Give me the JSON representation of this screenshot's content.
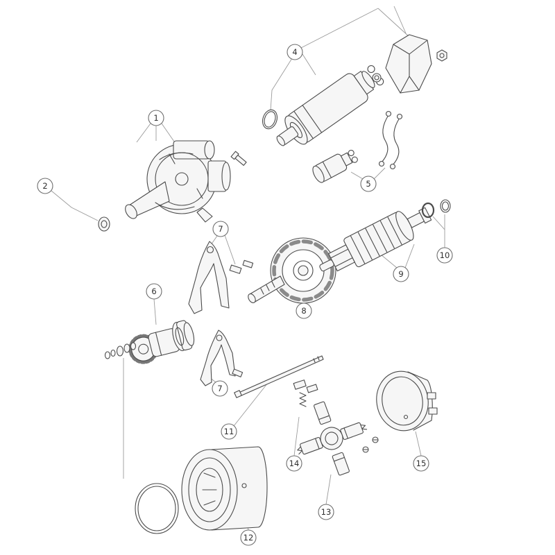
{
  "colors": {
    "line": "#4a4a4a",
    "leader": "#9a9a9a",
    "fill": "#f6f6f6",
    "background": "#ffffff"
  },
  "callouts": [
    {
      "label": "1"
    },
    {
      "label": "2"
    },
    {
      "label": "4"
    },
    {
      "label": "5"
    },
    {
      "label": "6"
    },
    {
      "label": "7"
    },
    {
      "label": "7"
    },
    {
      "label": "8"
    },
    {
      "label": "9"
    },
    {
      "label": "10"
    },
    {
      "label": "11"
    },
    {
      "label": "12"
    },
    {
      "label": "13"
    },
    {
      "label": "14"
    },
    {
      "label": "15"
    }
  ]
}
